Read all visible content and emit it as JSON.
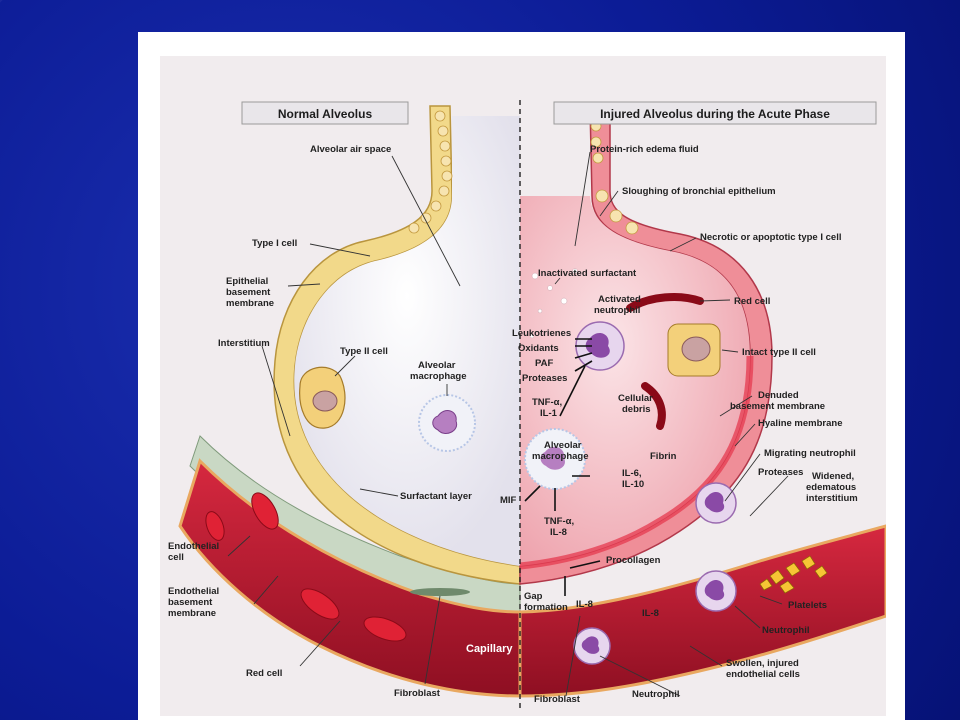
{
  "panels": {
    "left_title": "Normal Alveolus",
    "right_title": "Injured Alveolus during the Acute Phase"
  },
  "labels": {
    "alveolar_air_space": "Alveolar air space",
    "type_i_cell": "Type I cell",
    "epithelial_basement_membrane_1": "Epithelial",
    "epithelial_basement_membrane_2": "basement",
    "epithelial_basement_membrane_3": "membrane",
    "interstitium": "Interstitium",
    "type_ii_cell": "Type II cell",
    "alveolar_macrophage_1": "Alveolar",
    "alveolar_macrophage_2": "macrophage",
    "surfactant_layer": "Surfactant layer",
    "endothelial_cell_1": "Endothelial",
    "endothelial_cell_2": "cell",
    "endothelial_basement_membrane_1": "Endothelial",
    "endothelial_basement_membrane_2": "basement",
    "endothelial_basement_membrane_3": "membrane",
    "red_cell_left": "Red cell",
    "capillary": "Capillary",
    "fibroblast_left": "Fibroblast",
    "protein_rich_edema_fluid": "Protein-rich edema fluid",
    "sloughing": "Sloughing of bronchial epithelium",
    "necrotic": "Necrotic or apoptotic type I cell",
    "inactivated_surfactant": "Inactivated surfactant",
    "activated_neutrophil_1": "Activated",
    "activated_neutrophil_2": "neutrophil",
    "red_cell_right": "Red cell",
    "leukotrienes": "Leukotrienes",
    "oxidants": "Oxidants",
    "paf": "PAF",
    "proteases": "Proteases",
    "intact_type_ii_cell": "Intact type II cell",
    "tnf_il1_1": "TNF-α,",
    "tnf_il1_2": "IL-1",
    "cellular_debris_1": "Cellular",
    "cellular_debris_2": "debris",
    "denuded_1": "Denuded",
    "denuded_2": "basement membrane",
    "hyaline_membrane": "Hyaline membrane",
    "alveolar_macrophage_r1": "Alveolar",
    "alveolar_macrophage_r2": "macrophage",
    "fibrin": "Fibrin",
    "il6_il10_1": "IL-6,",
    "il6_il10_2": "IL-10",
    "migrating_neutrophil": "Migrating neutrophil",
    "proteases_2": "Proteases",
    "widened_1": "Widened,",
    "widened_2": "edematous",
    "widened_3": "interstitium",
    "mif": "MIF",
    "tnf_il8_1": "TNF-α,",
    "tnf_il8_2": "IL-8",
    "procollagen": "Procollagen",
    "gap_formation_1": "Gap",
    "gap_formation_2": "formation",
    "il8_a": "IL-8",
    "il8_b": "IL-8",
    "platelets": "Platelets",
    "neutrophil_1": "Neutrophil",
    "swollen_1": "Swollen, injured",
    "swollen_2": "endothelial cells",
    "fibroblast_right": "Fibroblast",
    "neutrophil_2": "Neutrophil"
  },
  "colors": {
    "slide_bg": "#0c1c96",
    "alveolar_wall": "#f2d98a",
    "capillary": "#b3182e",
    "edema": "#f3c9cf",
    "interstitium": "#cfd9c9"
  }
}
